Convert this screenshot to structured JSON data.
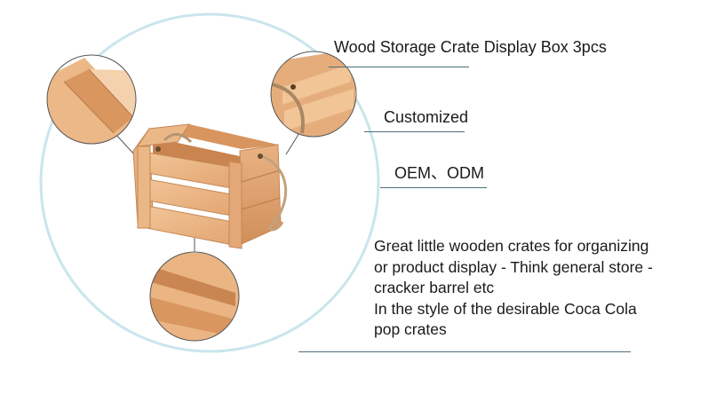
{
  "features": {
    "title": "Wood Storage Crate Display Box 3pcs",
    "customized": "Customized",
    "oem": "OEM、ODM"
  },
  "description": {
    "lines": [
      "Great little wooden crates for organizing",
      "or product display - Think general store -",
      "cracker barrel etc",
      "In the style of the desirable Coca Cola",
      "pop crates"
    ]
  }
}
